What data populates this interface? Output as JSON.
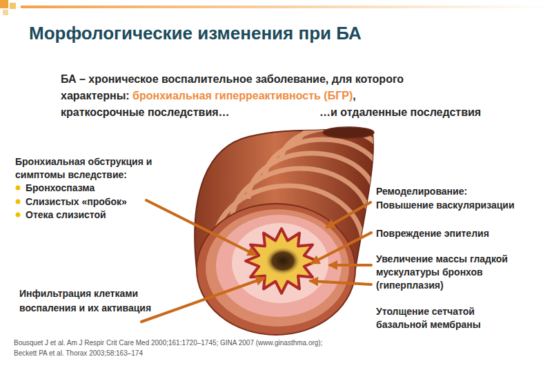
{
  "diagram": {
    "title": "Морфологические изменения при БА",
    "labels": [
      "БА – хроническое воспалительное заболевание, для которого характерны:",
      "бронхиальная гиперреактивность (БГР)",
      ",",
      "краткосрочные последствия…",
      "…и отдаленные последствия",
      "Бронхиальная обструкция и симптомы вследствие:",
      "Бронхоспазма",
      "Слизистых «пробок»",
      "Отека слизистой",
      "Инфильтрация клетками воспаления и их активация",
      "Ремоделирование:",
      "Повышение васкуляризации",
      "Повреждение эпителия",
      "Увеличение массы гладкой мускулатуры бронхов (гиперплазия)",
      "Утолщение сетчатой базальной мембраны",
      "Bousquet J et al. Am J Respir Crit Care Med 2000;161:1720–1745; GINA 2007 (www.ginasthma.org);",
      "Beckett PA et al. Thorax 2003;58:163–174"
    ]
  }
}
